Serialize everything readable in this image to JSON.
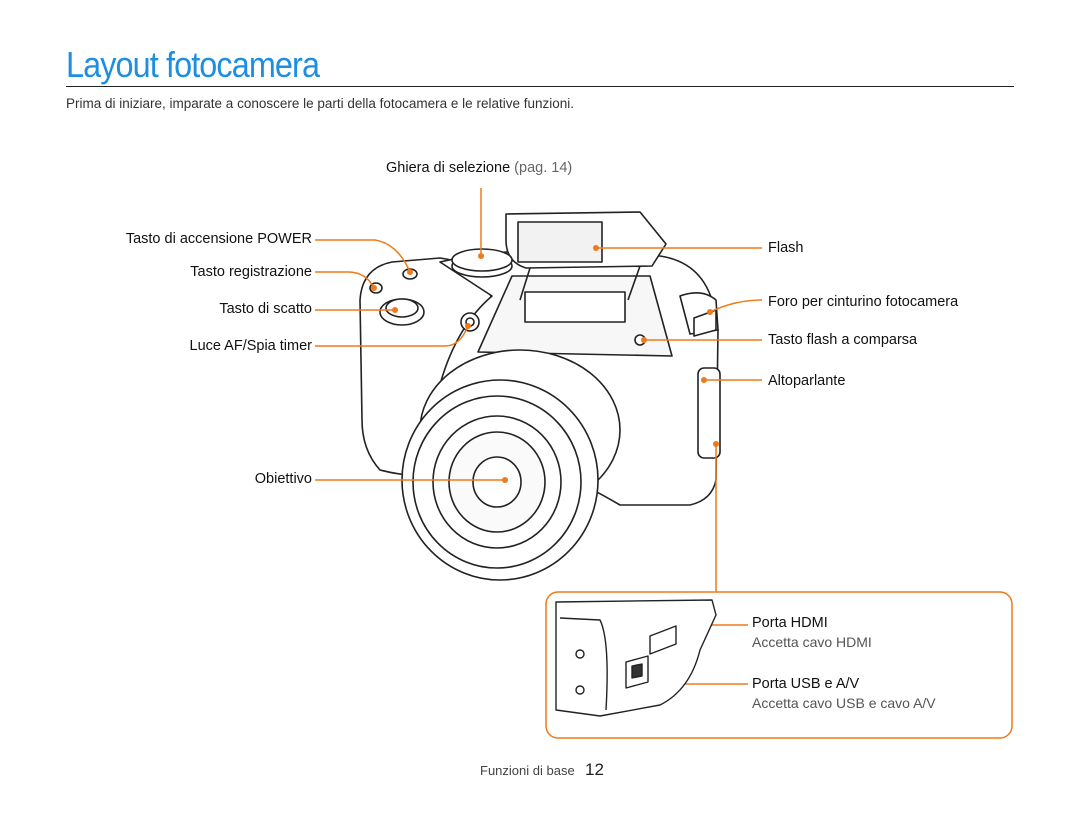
{
  "page": {
    "title": "Layout fotocamera",
    "intro": "Prima di iniziare, imparate a conoscere le parti della fotocamera e le relative funzioni."
  },
  "labels": {
    "mode_dial": "Ghiera di selezione",
    "mode_dial_ref": "(pag. 14)",
    "power": "Tasto di accensione POWER",
    "record": "Tasto registrazione",
    "shutter": "Tasto di scatto",
    "af_lamp": "Luce AF/Spia timer",
    "lens": "Obiettivo",
    "flash": "Flash",
    "strap": "Foro per cinturino fotocamera",
    "flash_popup": "Tasto flash a comparsa",
    "speaker": "Altoparlante"
  },
  "inset": {
    "hdmi_title": "Porta HDMI",
    "hdmi_desc": "Accetta cavo HDMI",
    "usb_title": "Porta USB e A/V",
    "usb_desc": "Accetta cavo USB e cavo A/V"
  },
  "footer": {
    "section": "Funzioni di base",
    "page_number": "12"
  },
  "colors": {
    "accent_title": "#1e8fe0",
    "callout": "#f07a1a"
  }
}
